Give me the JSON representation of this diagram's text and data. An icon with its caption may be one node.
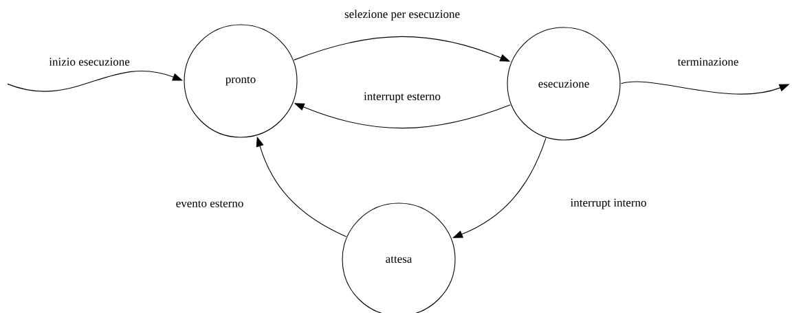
{
  "diagram": {
    "nodes": [
      {
        "text": [
          "pronto"
        ]
      },
      {
        "text": [
          "esecuzione"
        ]
      },
      {
        "text": [
          "attesa"
        ]
      }
    ],
    "edges": [
      {
        "from": null,
        "to": 0,
        "arrow": "to",
        "label": "inizio esecuzione"
      },
      {
        "from": 0,
        "to": 1,
        "arrow": "to",
        "label": "selezione per esecuzione"
      },
      {
        "from": 1,
        "to": 0,
        "arrow": "to",
        "label": "interrupt esterno"
      },
      {
        "from": 1,
        "to": null,
        "arrow": "to",
        "label": "terminazione"
      },
      {
        "from": 1,
        "to": 2,
        "arrow": "to",
        "label": "interrupt interno"
      },
      {
        "from": 2,
        "to": 0,
        "arrow": "to",
        "label": "evento esterno"
      }
    ]
  }
}
